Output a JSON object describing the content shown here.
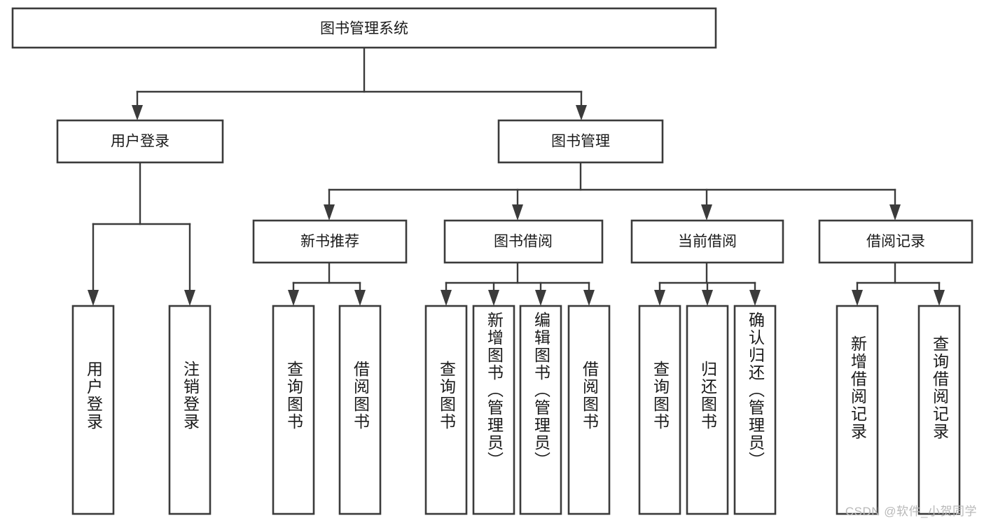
{
  "diagram": {
    "title": "图书管理系统",
    "type": "hierarchy-tree",
    "watermark": "CSDN @软件_小贺同学",
    "colors": {
      "stroke": "#3b3b3b",
      "fill": "#ffffff",
      "text": "#1a1a1a",
      "watermark": "#b9b9b9"
    },
    "root": {
      "label": "图书管理系统"
    },
    "level2": [
      {
        "label": "用户登录"
      },
      {
        "label": "图书管理"
      }
    ],
    "level3": [
      {
        "label": "新书推荐"
      },
      {
        "label": "图书借阅"
      },
      {
        "label": "当前借阅"
      },
      {
        "label": "借阅记录"
      }
    ],
    "leaves": {
      "user_login": [
        {
          "label": "用户登录"
        },
        {
          "label": "注销登录"
        }
      ],
      "new_book_recommend": [
        {
          "label": "查询图书"
        },
        {
          "label": "借阅图书"
        }
      ],
      "book_borrow": [
        {
          "label": "查询图书"
        },
        {
          "label": "新增图书（管理员）"
        },
        {
          "label": "编辑图书（管理员）"
        },
        {
          "label": "借阅图书"
        }
      ],
      "current_borrow": [
        {
          "label": "查询图书"
        },
        {
          "label": "归还图书"
        },
        {
          "label": "确认归还（管理员）"
        }
      ],
      "borrow_record": [
        {
          "label": "新增借阅记录"
        },
        {
          "label": "查询借阅记录"
        }
      ]
    }
  }
}
